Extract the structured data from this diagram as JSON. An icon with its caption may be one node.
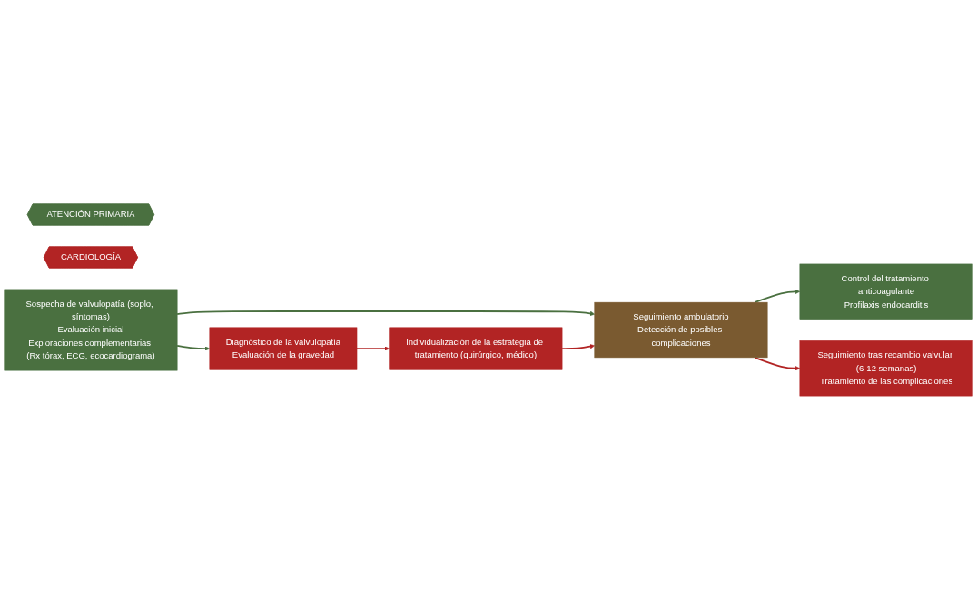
{
  "diagram": {
    "nodes": [
      {
        "text": [
          "ATENCIÓN PRIMARIA"
        ]
      },
      {
        "text": [
          "CARDIOLOGÍA"
        ]
      },
      {
        "text": [
          "Sospecha de valvulopatía (soplo, síntomas)",
          "Evaluación inicial",
          "Exploraciones complementarias (Rx tórax, ECG, ecocardiograma)"
        ]
      },
      {
        "text": [
          "Diagnóstico de la valvulopatía",
          "Evaluación de la gravedad"
        ]
      },
      {
        "text": [
          "Individualización de la estrategia de tratamiento (quirúrgico, médico)"
        ]
      },
      {
        "text": [
          "Seguimiento ambulatorio",
          "Detección de posibles complicaciones"
        ]
      },
      {
        "text": [
          "Control del tratamiento anticoagulante",
          "Profilaxis endocarditis"
        ]
      },
      {
        "text": [
          "Seguimiento tras recambio valvular (6-12 semanas)",
          "Tratamiento de las complicaciones"
        ]
      }
    ],
    "edges": [
      {
        "from": 2,
        "to": 3,
        "arrow": "to",
        "color": "#4a7040"
      },
      {
        "from": 3,
        "to": 4,
        "arrow": "to",
        "color": "#b22424"
      },
      {
        "from": 2,
        "to": 5,
        "arrow": "to",
        "color": "#4a7040"
      },
      {
        "from": 4,
        "to": 5,
        "arrow": "to",
        "color": "#b22424"
      },
      {
        "from": 5,
        "to": 6,
        "arrow": "to",
        "color": "#4a7040"
      },
      {
        "from": 5,
        "to": 7,
        "arrow": "to",
        "color": "#b22424"
      }
    ]
  }
}
